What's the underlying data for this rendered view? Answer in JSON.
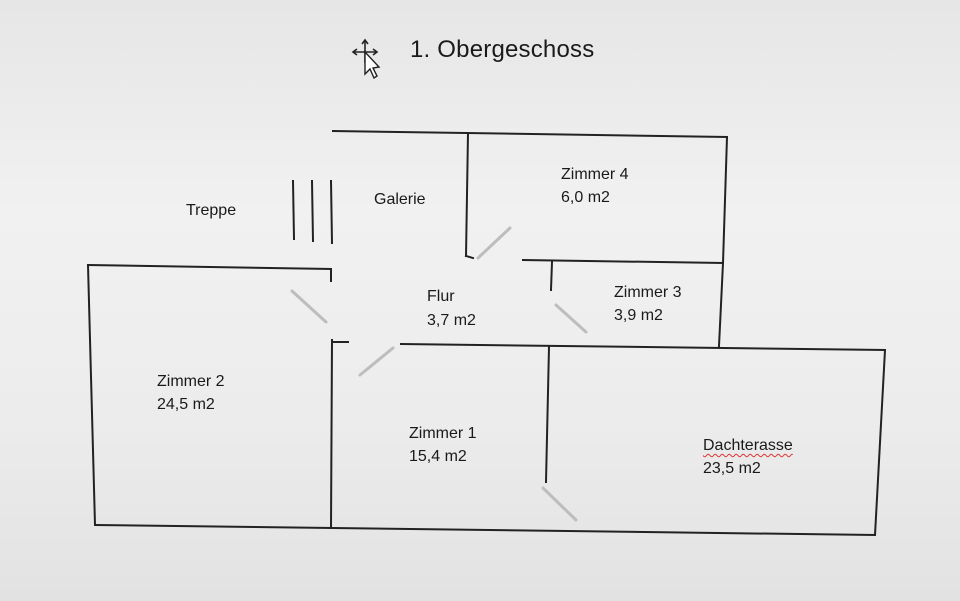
{
  "title": "1. Obergeschoss",
  "rooms": {
    "treppe": {
      "name": "Treppe"
    },
    "galerie": {
      "name": "Galerie"
    },
    "zimmer4": {
      "name": "Zimmer 4",
      "area": "6,0 m2"
    },
    "zimmer3": {
      "name": "Zimmer 3",
      "area": "3,9 m2"
    },
    "flur": {
      "name": "Flur",
      "area": "3,7 m2"
    },
    "zimmer2": {
      "name": "Zimmer 2",
      "area": "24,5 m2"
    },
    "zimmer1": {
      "name": "Zimmer 1",
      "area": "15,4 m2"
    },
    "dachterasse": {
      "name": "Dachterasse",
      "area": "23,5 m2"
    }
  },
  "icons": {
    "cursor": "move-cursor-icon"
  },
  "colors": {
    "wall": "#222222",
    "door": "#bdbdbd",
    "spellcheck": "#dd3333"
  }
}
